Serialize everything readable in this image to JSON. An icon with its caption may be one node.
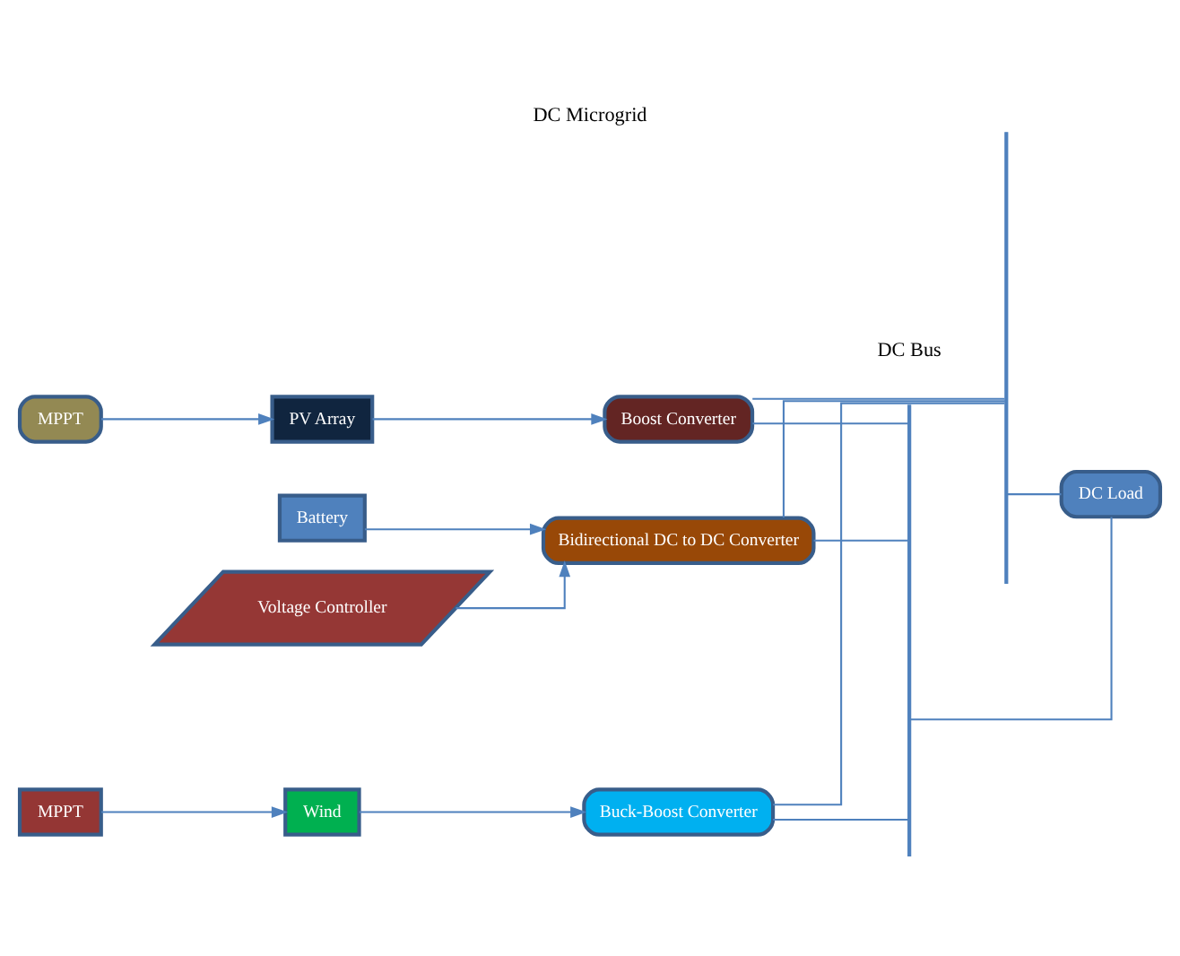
{
  "diagram": {
    "title": "DC Microgrid",
    "nodes": [
      {
        "text": [
          "MPPT"
        ]
      },
      {
        "text": [
          "PV Array"
        ]
      },
      {
        "text": [
          "Boost Converter"
        ]
      },
      {
        "text": [
          "Battery"
        ]
      },
      {
        "text": [
          "Bidirectional DC to DC Converter"
        ]
      },
      {
        "text": [
          "Voltage Controller"
        ]
      },
      {
        "text": [
          "Wind"
        ]
      },
      {
        "text": [
          "Buck-Boost Converter"
        ]
      },
      {
        "text": [
          "MPPT"
        ]
      },
      {
        "text": [
          "DC Load"
        ]
      },
      {
        "text": [],
        "shape": "bar"
      },
      {
        "text": [],
        "shape": "bar"
      }
    ],
    "edges": [
      {
        "from": 0,
        "to": 1,
        "arrow": "to"
      },
      {
        "from": 1,
        "to": 2,
        "arrow": "to"
      },
      {
        "from": 3,
        "to": 4,
        "arrow": "to"
      },
      {
        "from": 5,
        "to": 4,
        "arrow": "to"
      },
      {
        "from": 8,
        "to": 6,
        "arrow": "to"
      },
      {
        "from": 6,
        "to": 7,
        "arrow": "to"
      },
      {
        "from": 2,
        "to": 10,
        "arrow": "none"
      },
      {
        "from": 2,
        "to": 11,
        "arrow": "none"
      },
      {
        "from": 4,
        "to": 10,
        "arrow": "none"
      },
      {
        "from": 4,
        "to": 11,
        "arrow": "none"
      },
      {
        "from": 7,
        "to": 10,
        "arrow": "none"
      },
      {
        "from": 7,
        "to": 11,
        "arrow": "none"
      },
      {
        "from": 10,
        "to": 9,
        "arrow": "none"
      },
      {
        "from": 11,
        "to": 9,
        "arrow": "none"
      }
    ],
    "labels": [
      "DC Bus"
    ]
  }
}
